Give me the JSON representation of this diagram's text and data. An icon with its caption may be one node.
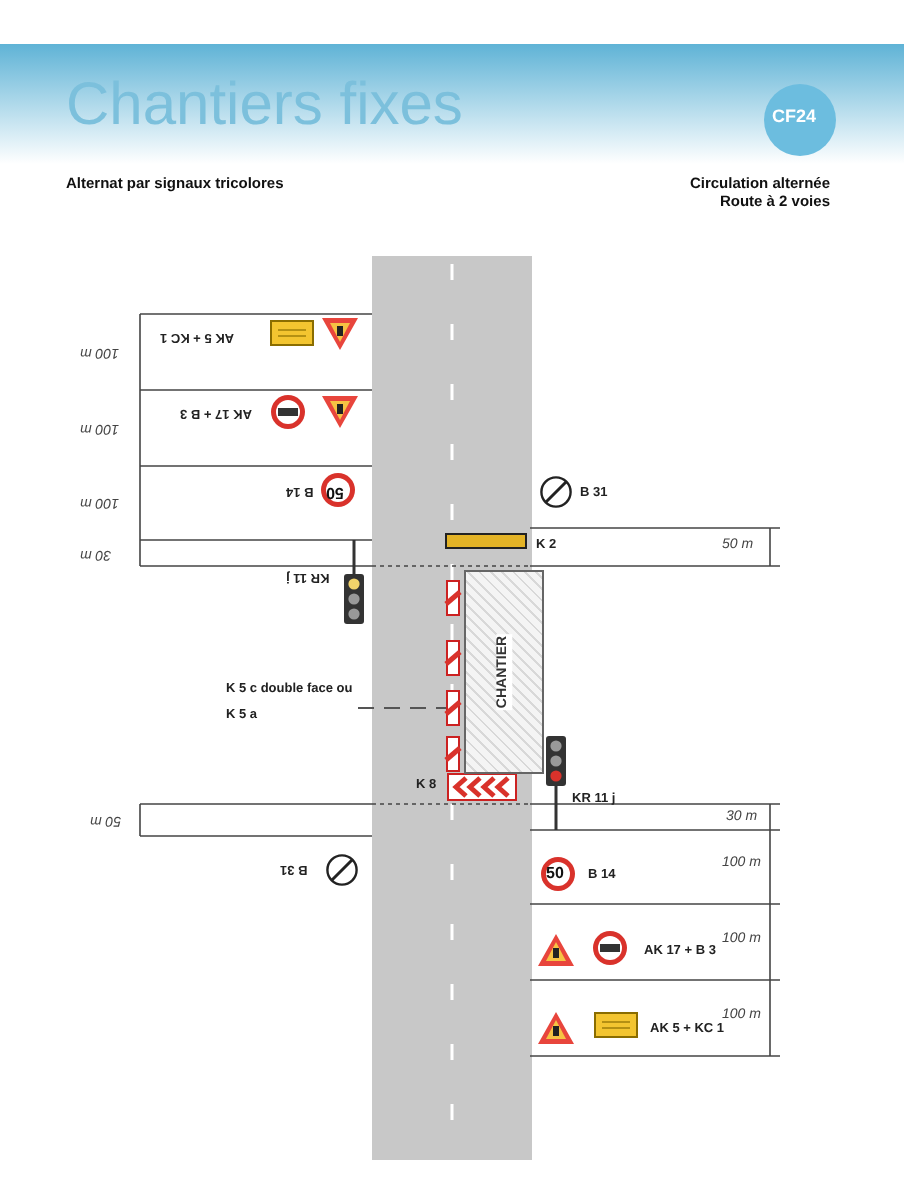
{
  "diagram": {
    "title": "Chantiers fixes",
    "nodes": [
      {
        "text": [
          "K 5 c double face ou K 5 a"
        ]
      },
      {
        "text": [],
        "shape": "bar"
      },
      {
        "text": [
          "CHANTIER"
        ]
      }
    ],
    "edges": [
      {
        "from": 0,
        "to": 1,
        "arrow": "none",
        "style": "dashed"
      }
    ],
    "labels": [
      "Alternat par signaux tricolores",
      "CF24",
      "Circulation alternée",
      "Route à 2 voies",
      "AK 5 + KC 1",
      "100 m",
      "AK 17 + B 3",
      "100 m",
      "50",
      "B 14",
      "100 m",
      "B 31",
      "30 m",
      "50 m",
      "K 2",
      "KR 11 j",
      "K 8",
      "KR 11 j",
      "50 m",
      "30 m",
      "B 31",
      "50",
      "B 14",
      "100 m",
      "AK 17 + B 3",
      "100 m",
      "AK 5 + KC 1",
      "100 m"
    ]
  }
}
